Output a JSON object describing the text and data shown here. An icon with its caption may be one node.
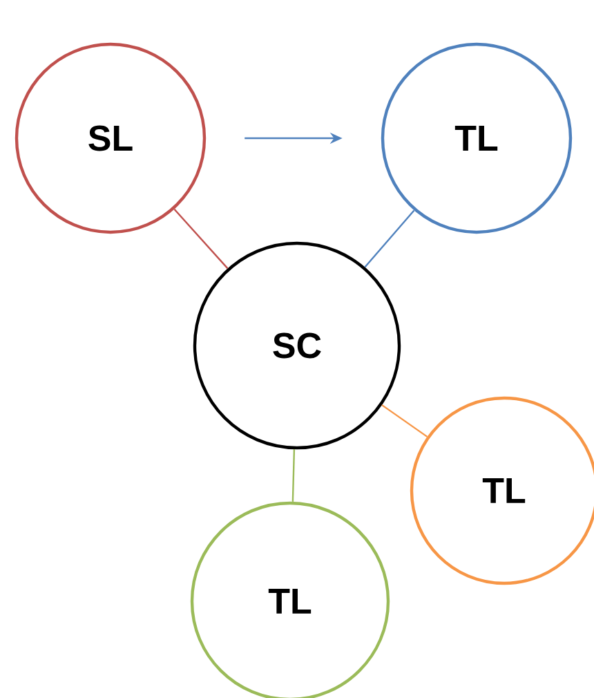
{
  "diagram": {
    "nodes": [
      {
        "text": [
          "SL"
        ]
      },
      {
        "text": [
          "TL"
        ]
      },
      {
        "text": [
          "SC"
        ]
      },
      {
        "text": [
          "TL"
        ]
      },
      {
        "text": [
          "TL"
        ]
      }
    ],
    "edges": [
      {
        "from": 0,
        "to": 1,
        "arrow": "to",
        "color": "#4f81bd"
      },
      {
        "from": 0,
        "to": 2,
        "arrow": "none",
        "color": "#c0504d"
      },
      {
        "from": 1,
        "to": 2,
        "arrow": "none",
        "color": "#4f81bd"
      },
      {
        "from": 2,
        "to": 3,
        "arrow": "none",
        "color": "#f79646"
      },
      {
        "from": 2,
        "to": 4,
        "arrow": "none",
        "color": "#9bbb59"
      }
    ]
  }
}
